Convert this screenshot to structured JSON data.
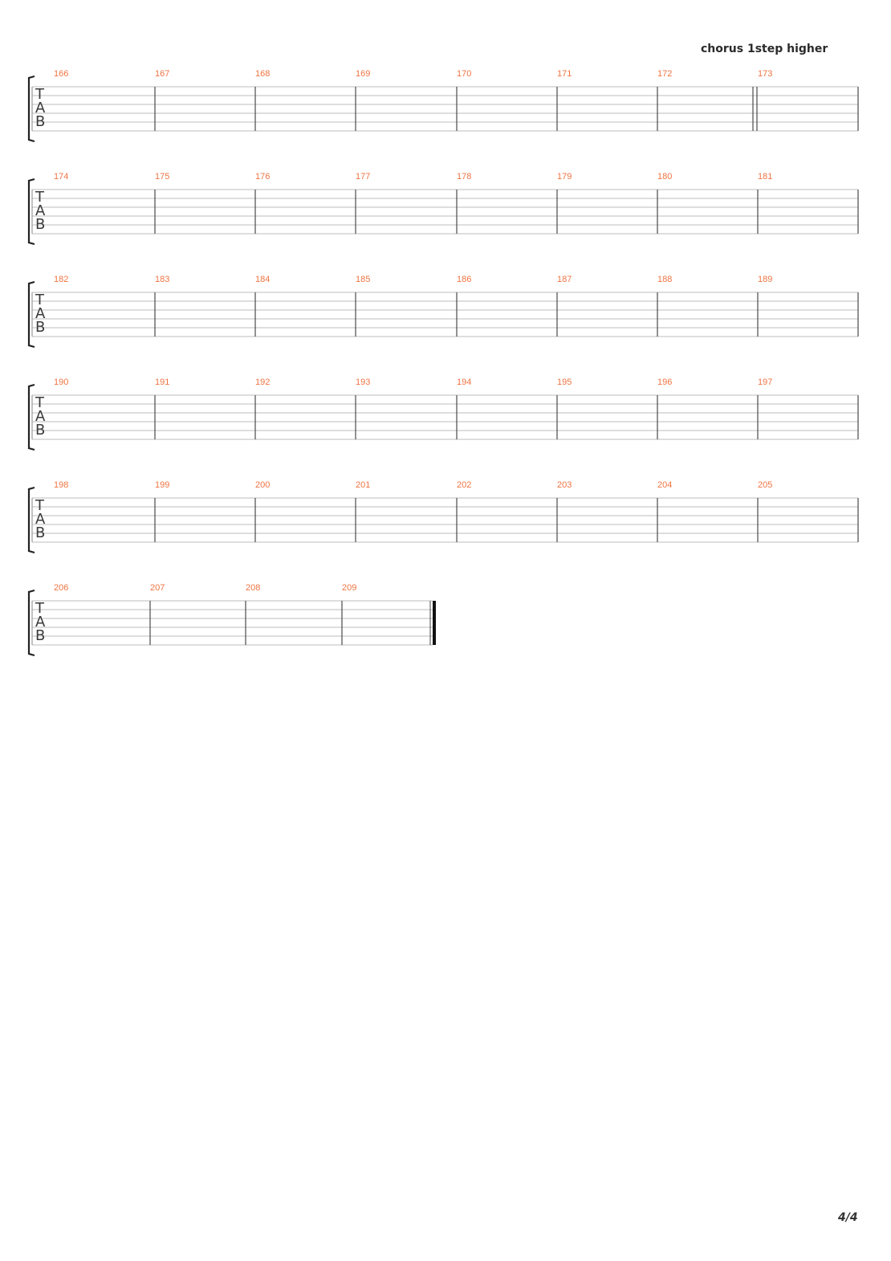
{
  "section_marker": "chorus 1step higher",
  "page_number": "4/4",
  "tab_letters": [
    "T",
    "A",
    "B"
  ],
  "colors": {
    "bar_number": "#f07442",
    "staff_line": "#bdbdbd",
    "barline": "#4a4a4a",
    "bracket": "#222222",
    "tab_letter": "#3a3a3a"
  },
  "systems": [
    {
      "bars": [
        "166",
        "167",
        "168",
        "169",
        "170",
        "171",
        "172",
        "173"
      ],
      "double_bar_before": 6
    },
    {
      "bars": [
        "174",
        "175",
        "176",
        "177",
        "178",
        "179",
        "180",
        "181"
      ]
    },
    {
      "bars": [
        "182",
        "183",
        "184",
        "185",
        "186",
        "187",
        "188",
        "189"
      ]
    },
    {
      "bars": [
        "190",
        "191",
        "192",
        "193",
        "194",
        "195",
        "196",
        "197"
      ]
    },
    {
      "bars": [
        "198",
        "199",
        "200",
        "201",
        "202",
        "203",
        "204",
        "205"
      ]
    },
    {
      "bars": [
        "206",
        "207",
        "208",
        "209"
      ],
      "final_barline": true
    }
  ]
}
